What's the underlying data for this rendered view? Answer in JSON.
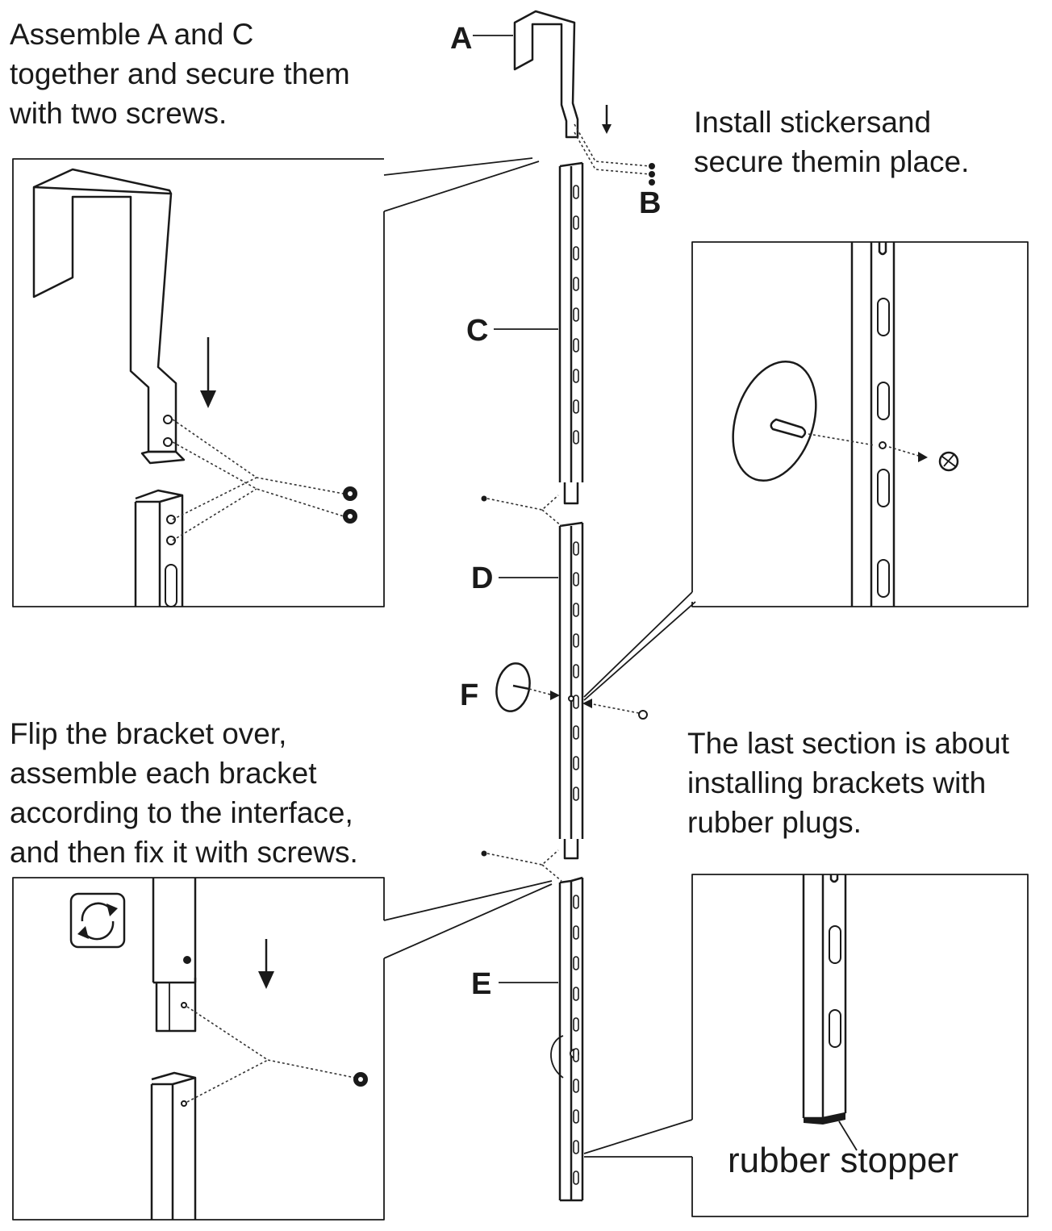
{
  "instructions": {
    "step_assemble_ac": [
      "Assemble A and C",
      "together and secure them",
      "with two screws."
    ],
    "step_stickers": [
      "Install stickersand",
      "secure themin place."
    ],
    "step_flip_bracket": [
      "Flip the bracket over,",
      "assemble each bracket",
      "according to the interface,",
      "and then fix it with screws."
    ],
    "step_last_section": [
      "The last section is about",
      "installing brackets with",
      "rubber plugs."
    ]
  },
  "part_labels": {
    "a": "A",
    "b": "B",
    "c": "C",
    "d": "D",
    "e": "E",
    "f": "F"
  },
  "callout": {
    "rubber_stopper": "rubber stopper"
  },
  "icons": {
    "flip": "rotate-arrows-icon"
  }
}
